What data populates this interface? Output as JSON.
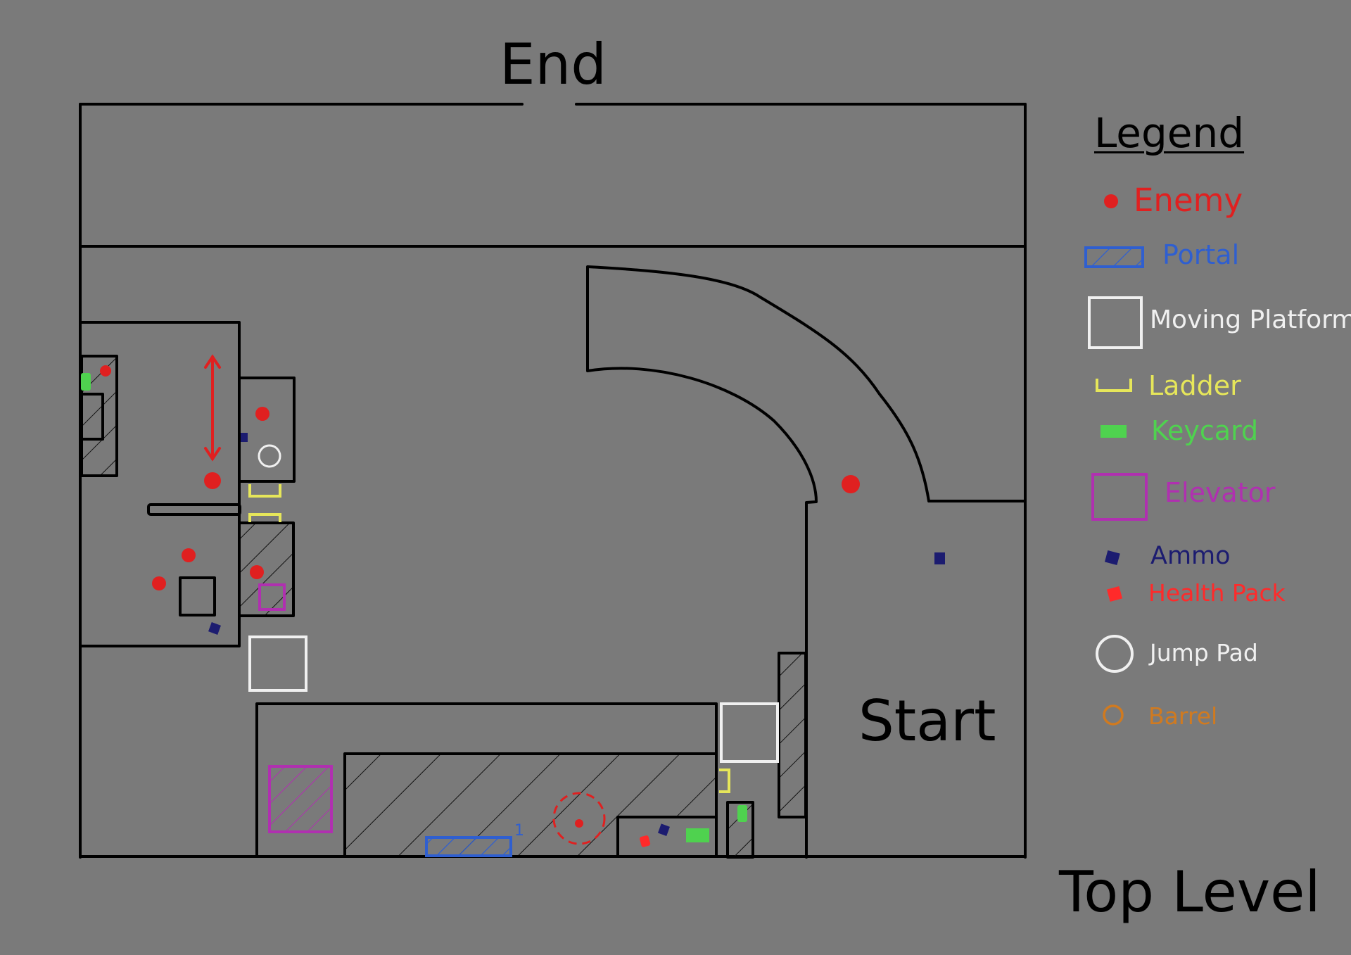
{
  "map_title": "Top Level",
  "markers": {
    "end": "End",
    "start": "Start"
  },
  "legend": {
    "title": "Legend",
    "items": [
      {
        "key": "enemy",
        "label": "Enemy",
        "color": "#e02020",
        "symbol": "red-dot"
      },
      {
        "key": "portal",
        "label": "Portal",
        "color": "#2f5fd0",
        "symbol": "hatched-rectangle"
      },
      {
        "key": "moving_platform",
        "label": "Moving Platform",
        "color": "#f0f0f0",
        "symbol": "white-square"
      },
      {
        "key": "ladder",
        "label": "Ladder",
        "color": "#e6e65a",
        "symbol": "bracket"
      },
      {
        "key": "keycard",
        "label": "Keycard",
        "color": "#4fd24f",
        "symbol": "green-rect"
      },
      {
        "key": "elevator",
        "label": "Elevator",
        "color": "#b030b0",
        "symbol": "purple-square"
      },
      {
        "key": "ammo",
        "label": "Ammo",
        "color": "#1c1c70",
        "symbol": "navy-square"
      },
      {
        "key": "health_pack",
        "label": "Health Pack",
        "color": "#ff2a2a",
        "symbol": "red-square"
      },
      {
        "key": "jump_pad",
        "label": "Jump Pad",
        "color": "#f0f0f0",
        "symbol": "white-circle"
      },
      {
        "key": "barrel",
        "label": "Barrel",
        "color": "#d07a20",
        "symbol": "orange-circle"
      }
    ]
  },
  "annotations": {
    "portal_number": "1"
  },
  "colors": {
    "background": "#7a7a7a",
    "walls": "#000000",
    "hatch": "#111111"
  }
}
